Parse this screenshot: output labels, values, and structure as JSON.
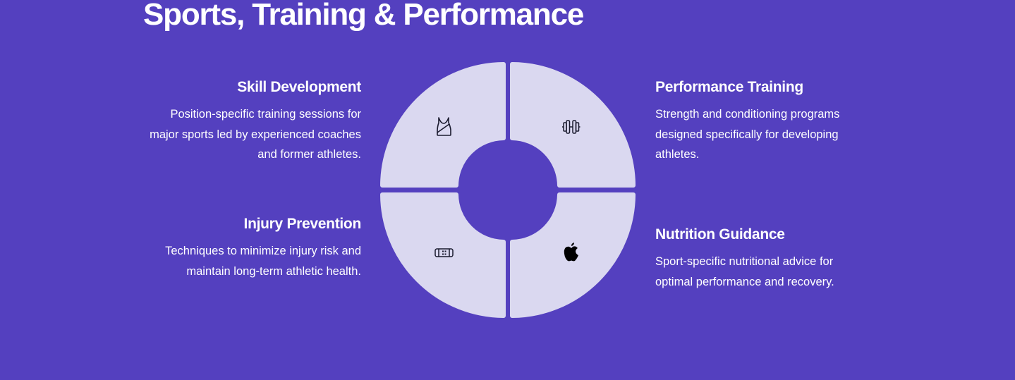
{
  "title": "Sports, Training & Performance",
  "colors": {
    "background": "#5440bf",
    "segment": "#dad8f0",
    "icon": "#1a1a2e"
  },
  "segments": [
    {
      "heading": "Skill Development",
      "description": "Position-specific training sessions for major sports led by experienced coaches and former athletes.",
      "icon": "tank-top-jersey-icon"
    },
    {
      "heading": "Performance Training",
      "description": "Strength and conditioning programs designed specifically for developing athletes.",
      "icon": "dumbbell-icon"
    },
    {
      "heading": "Injury Prevention",
      "description": "Techniques to minimize injury risk and maintain long-term athletic health.",
      "icon": "bandage-icon"
    },
    {
      "heading": "Nutrition Guidance",
      "description": "Sport-specific nutritional advice for optimal performance and recovery.",
      "icon": "apple-icon"
    }
  ]
}
